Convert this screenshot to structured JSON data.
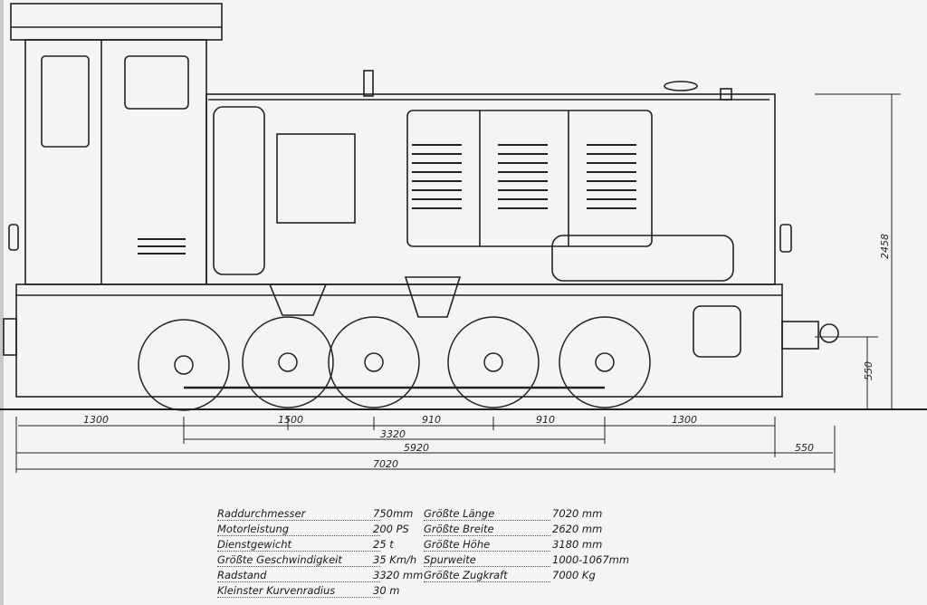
{
  "dimensions": {
    "d1300_left": "1300",
    "d1500": "1500",
    "d910_a": "910",
    "d910_b": "910",
    "d1300_right": "1300",
    "d3320": "3320",
    "d5920": "5920",
    "d550_bottom": "550",
    "d7020": "7020",
    "d2458": "2458",
    "d550_side": "550"
  },
  "specs": [
    {
      "label": "Raddurchmesser",
      "value": "750mm",
      "label2": "Größte Länge",
      "value2": "7020 mm"
    },
    {
      "label": "Motorleistung",
      "value": "200 PS",
      "label2": "Größte Breite",
      "value2": "2620 mm"
    },
    {
      "label": "Dienstgewicht",
      "value": "25 t",
      "label2": "Größte Höhe",
      "value2": "3180 mm"
    },
    {
      "label": "Größte Geschwindigkeit",
      "value": "35 Km/h",
      "label2": "Spurweite",
      "value2": "1000-1067mm"
    },
    {
      "label": "Radstand",
      "value": "3320 mm",
      "label2": "Größte Zugkraft",
      "value2": "7000 Kg"
    },
    {
      "label": "Kleinster Kurvenradius",
      "value": "30 m",
      "label2": "",
      "value2": ""
    }
  ]
}
